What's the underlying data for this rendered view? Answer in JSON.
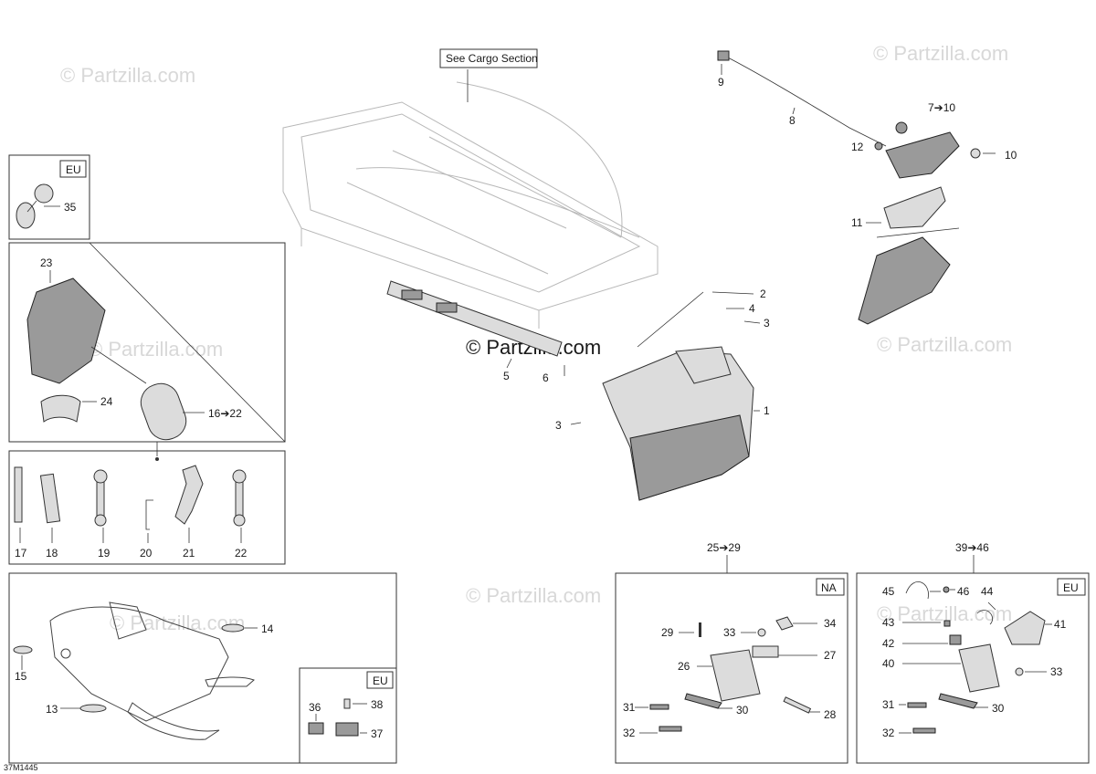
{
  "watermark": {
    "text": "© Partzilla.com",
    "center_text": "© Partzilla.com"
  },
  "diagram_code": "37M1445",
  "cargo_note": "See Cargo Section",
  "region_tags": {
    "eu_top": "EU",
    "eu_decal": "EU",
    "na_plate": "NA",
    "eu_plate": "EU"
  },
  "callouts": {
    "c1": "1",
    "c2": "2",
    "c3a": "3",
    "c3b": "3",
    "c4": "4",
    "c5": "5",
    "c6": "6",
    "c7_10": "7➔10",
    "c8": "8",
    "c9": "9",
    "c10": "10",
    "c11": "11",
    "c12": "12",
    "c13": "13",
    "c14": "14",
    "c15": "15",
    "c16_22": "16➔22",
    "c17": "17",
    "c18": "18",
    "c19": "19",
    "c20": "20",
    "c21": "21",
    "c22": "22",
    "c23": "23",
    "c24": "24",
    "c25_29": "25➔29",
    "c26": "26",
    "c27": "27",
    "c28": "28",
    "c29": "29",
    "c30a": "30",
    "c31a": "31",
    "c32a": "32",
    "c33a": "33",
    "c34": "34",
    "c35": "35",
    "c36": "36",
    "c37": "37",
    "c38": "38",
    "c39_46": "39➔46",
    "c30b": "30",
    "c31b": "31",
    "c32b": "32",
    "c33b": "33",
    "c40": "40",
    "c41": "41",
    "c42": "42",
    "c43": "43",
    "c44": "44",
    "c45": "45",
    "c46": "46"
  }
}
